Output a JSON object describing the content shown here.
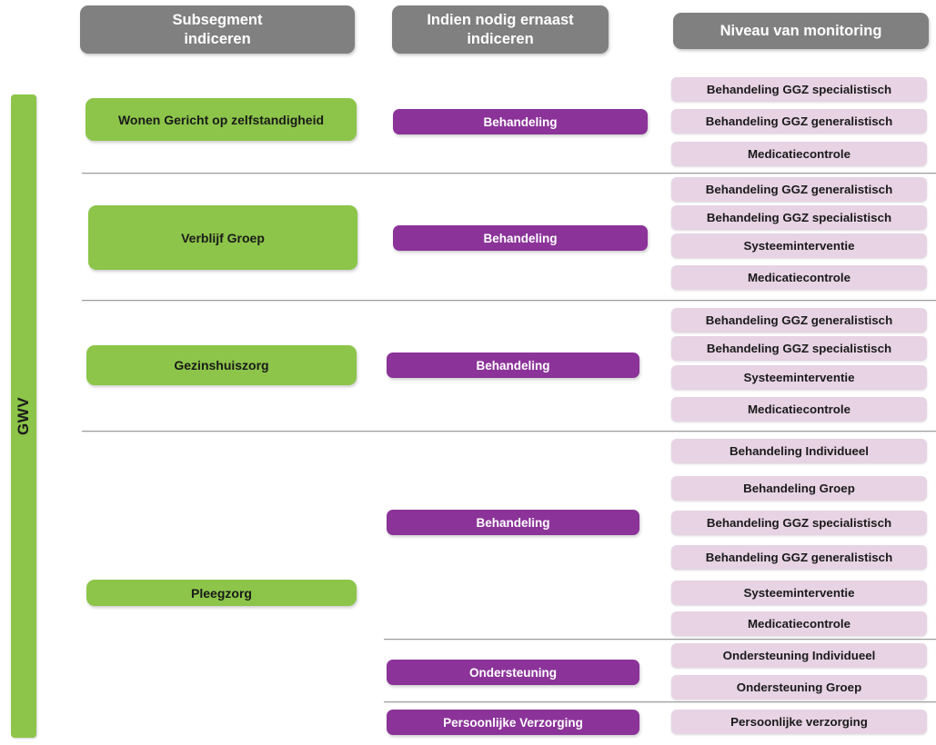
{
  "rail": {
    "label": "GWV",
    "color": "#8cc549"
  },
  "colors": {
    "header_gray": "#808080",
    "green": "#8cc549",
    "purple": "#8b3399",
    "pink": "#e7d3e4",
    "divider": "#9a9a9a",
    "background": "#ffffff"
  },
  "headers": [
    {
      "label": "Subsegment\nindiceren",
      "line1": "Subsegment",
      "line2": "indiceren"
    },
    {
      "label": "Indien nodig ernaast\nindiceren",
      "line1": "Indien nodig ernaast",
      "line2": "indiceren"
    },
    {
      "label": "Niveau van monitoring",
      "line1": "Niveau van monitoring",
      "line2": ""
    }
  ],
  "sections": [
    {
      "subsegment": "Wonen Gericht op zelfstandigheid",
      "indications": [
        {
          "label": "Behandeling",
          "monitoring": [
            "Behandeling GGZ specialistisch",
            "Behandeling GGZ generalistisch",
            "Medicatiecontrole"
          ]
        }
      ]
    },
    {
      "subsegment": "Verblijf Groep",
      "indications": [
        {
          "label": "Behandeling",
          "monitoring": [
            "Behandeling GGZ generalistisch",
            "Behandeling GGZ specialistisch",
            "Systeeminterventie",
            "Medicatiecontrole"
          ]
        }
      ]
    },
    {
      "subsegment": "Gezinshuiszorg",
      "indications": [
        {
          "label": "Behandeling",
          "monitoring": [
            "Behandeling GGZ generalistisch",
            "Behandeling GGZ specialistisch",
            "Systeeminterventie",
            "Medicatiecontrole"
          ]
        }
      ]
    },
    {
      "subsegment": "Pleegzorg",
      "indications": [
        {
          "label": "Behandeling",
          "monitoring": [
            "Behandeling Individueel",
            "Behandeling Groep",
            "Behandeling GGZ specialistisch",
            "Behandeling GGZ generalistisch",
            "Systeeminterventie",
            "Medicatiecontrole"
          ]
        },
        {
          "label": "Ondersteuning",
          "monitoring": [
            "Ondersteuning Individueel",
            "Ondersteuning Groep"
          ]
        },
        {
          "label": "Persoonlijke Verzorging",
          "monitoring": [
            "Persoonlijke verzorging"
          ]
        }
      ]
    }
  ]
}
